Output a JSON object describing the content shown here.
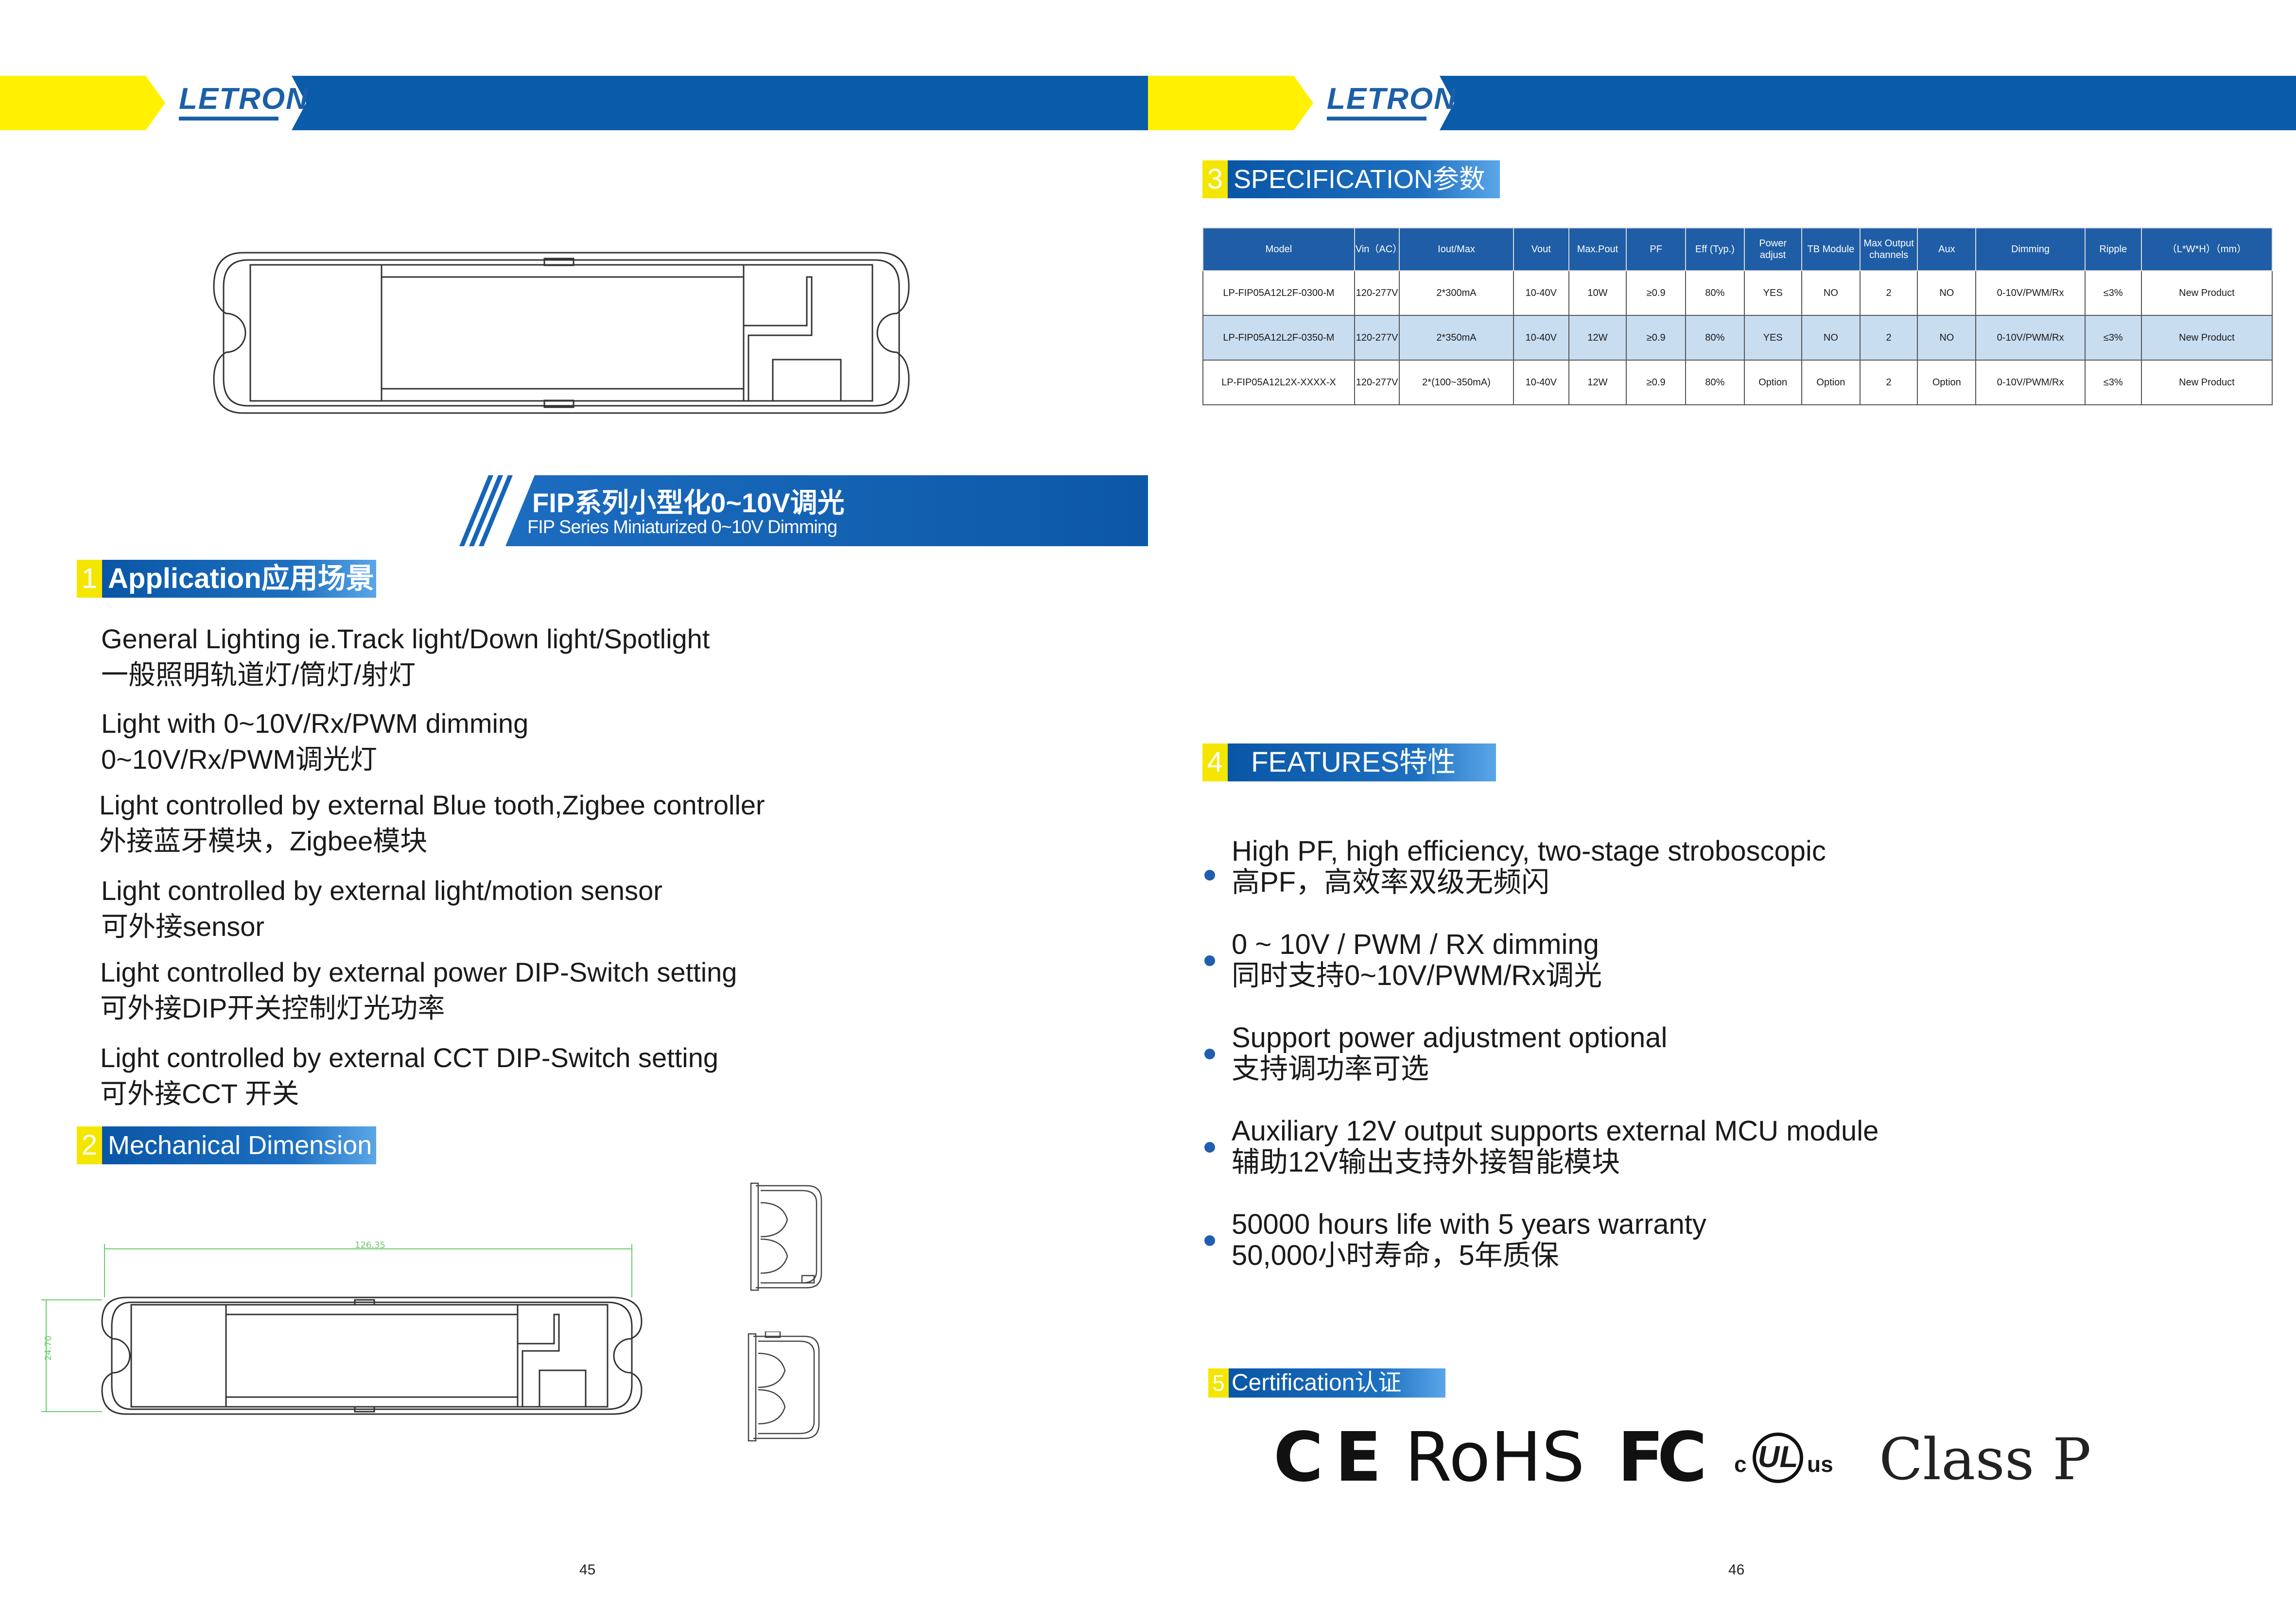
{
  "header": {
    "logo_text": "LETRON",
    "colors": {
      "yellow": "#fff100",
      "blue": "#0a5ba8"
    }
  },
  "banner": {
    "title": "FIP系列小型化0~10V调光",
    "subtitle": "FIP Series Miniaturized 0~10V Dimming"
  },
  "application": {
    "number": "1",
    "title": "Application应用场景",
    "items": [
      {
        "en": "General Lighting ie.Track light/Down light/Spotlight",
        "zh": "一般照明轨道灯/筒灯/射灯"
      },
      {
        "en": "Light with 0~10V/Rx/PWM dimming",
        "zh": "0~10V/Rx/PWM调光灯"
      },
      {
        "en": "Light  controlled by external Blue tooth,Zigbee controller",
        "zh": "外接蓝牙模块，Zigbee模块"
      },
      {
        "en": "Light controlled by external light/motion sensor",
        "zh": "可外接sensor"
      },
      {
        "en": "Light controlled by external power DIP-Switch setting",
        "zh": "可外接DIP开关控制灯光功率"
      },
      {
        "en": "Light controlled by external CCT DIP-Switch setting",
        "zh": "可外接CCT 开关"
      }
    ]
  },
  "mechanical": {
    "number": "2",
    "title": "Mechanical Dimension",
    "dim_length": "126.35",
    "dim_width": "24.70"
  },
  "specification": {
    "number": "3",
    "title": "SPECIFICATION参数",
    "headers": [
      "Model",
      "Vin（AC）",
      "Iout/Max",
      "Vout",
      "Max.Pout",
      "PF",
      "Eff (Typ.)",
      "Power adjust",
      "TB Module",
      "Max Output channels",
      "Aux",
      "Dimming",
      "Ripple",
      "（L*W*H）（mm）"
    ],
    "rows": [
      [
        "LP-FIP05A12L2F-0300-M",
        "120-277V",
        "2*300mA",
        "10-40V",
        "10W",
        "≥0.9",
        "80%",
        "YES",
        "NO",
        "2",
        "NO",
        "0-10V/PWM/Rx",
        "≤3%",
        "New Product"
      ],
      [
        "LP-FIP05A12L2F-0350-M",
        "120-277V",
        "2*350mA",
        "10-40V",
        "12W",
        "≥0.9",
        "80%",
        "YES",
        "NO",
        "2",
        "NO",
        "0-10V/PWM/Rx",
        "≤3%",
        "New Product"
      ],
      [
        "LP-FIP05A12L2X-XXXX-X",
        "120-277V",
        "2*(100~350mA)",
        "10-40V",
        "12W",
        "≥0.9",
        "80%",
        "Option",
        "Option",
        "2",
        "Option",
        "0-10V/PWM/Rx",
        "≤3%",
        "New Product"
      ]
    ]
  },
  "features": {
    "number": "4",
    "title": "FEATURES特性",
    "items": [
      {
        "en": "High PF, high efficiency, two-stage stroboscopic",
        "zh": "高PF，高效率双级无频闪"
      },
      {
        "en": "0 ~ 10V / PWM / RX dimming",
        "zh": "同时支持0~10V/PWM/Rx调光"
      },
      {
        "en": "Support power adjustment optional",
        "zh": "支持调功率可选"
      },
      {
        "en": "Auxiliary 12V output supports external MCU module",
        "zh": "辅助12V输出支持外接智能模块"
      },
      {
        "en": "50000 hours life with 5 years warranty",
        "zh": "50,000小时寿命，5年质保"
      }
    ]
  },
  "certification": {
    "number": "5",
    "title": "Certification认证",
    "marks": {
      "ce": "CE",
      "rohs": "RoHS",
      "fc": "FC",
      "ul_c": "c",
      "ul": "UL",
      "ul_us": "us",
      "classp": "Class P"
    }
  },
  "pages": {
    "left": "45",
    "right": "46"
  }
}
